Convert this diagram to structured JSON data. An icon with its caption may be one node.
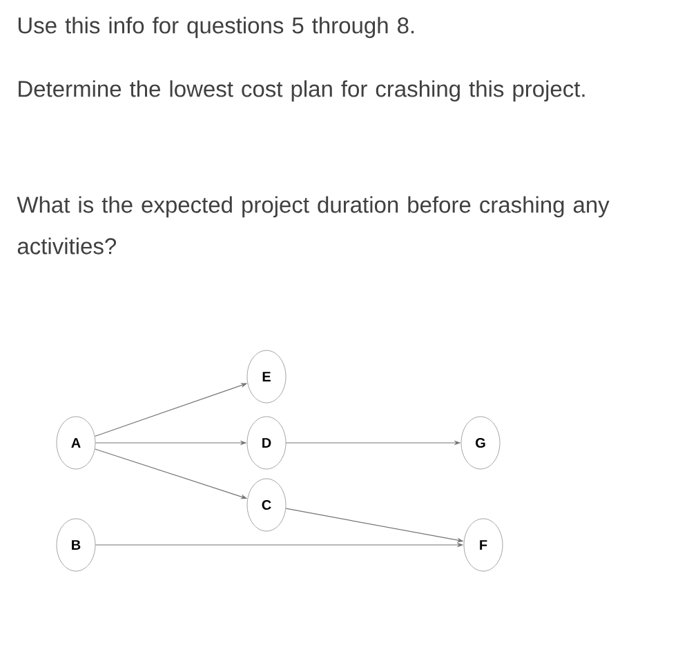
{
  "diagram": {
    "nodes": [
      {
        "text": [
          "E"
        ]
      },
      {
        "text": [
          "A"
        ]
      },
      {
        "text": [
          "D"
        ]
      },
      {
        "text": [
          "G"
        ]
      },
      {
        "text": [
          "C"
        ]
      },
      {
        "text": [
          "B"
        ]
      },
      {
        "text": [
          "F"
        ]
      }
    ],
    "edges": [
      {
        "from": 1,
        "to": 0,
        "arrow": "to"
      },
      {
        "from": 1,
        "to": 2,
        "arrow": "to"
      },
      {
        "from": 1,
        "to": 4,
        "arrow": "to"
      },
      {
        "from": 2,
        "to": 3,
        "arrow": "to"
      },
      {
        "from": 4,
        "to": 6,
        "arrow": "to"
      },
      {
        "from": 5,
        "to": 6,
        "arrow": "to"
      }
    ],
    "labels": [
      "Use this info for questions 5 through 8.",
      "Determine the lowest cost plan for crashing this project.",
      "What is the expected project duration before crashing any activities?"
    ]
  }
}
